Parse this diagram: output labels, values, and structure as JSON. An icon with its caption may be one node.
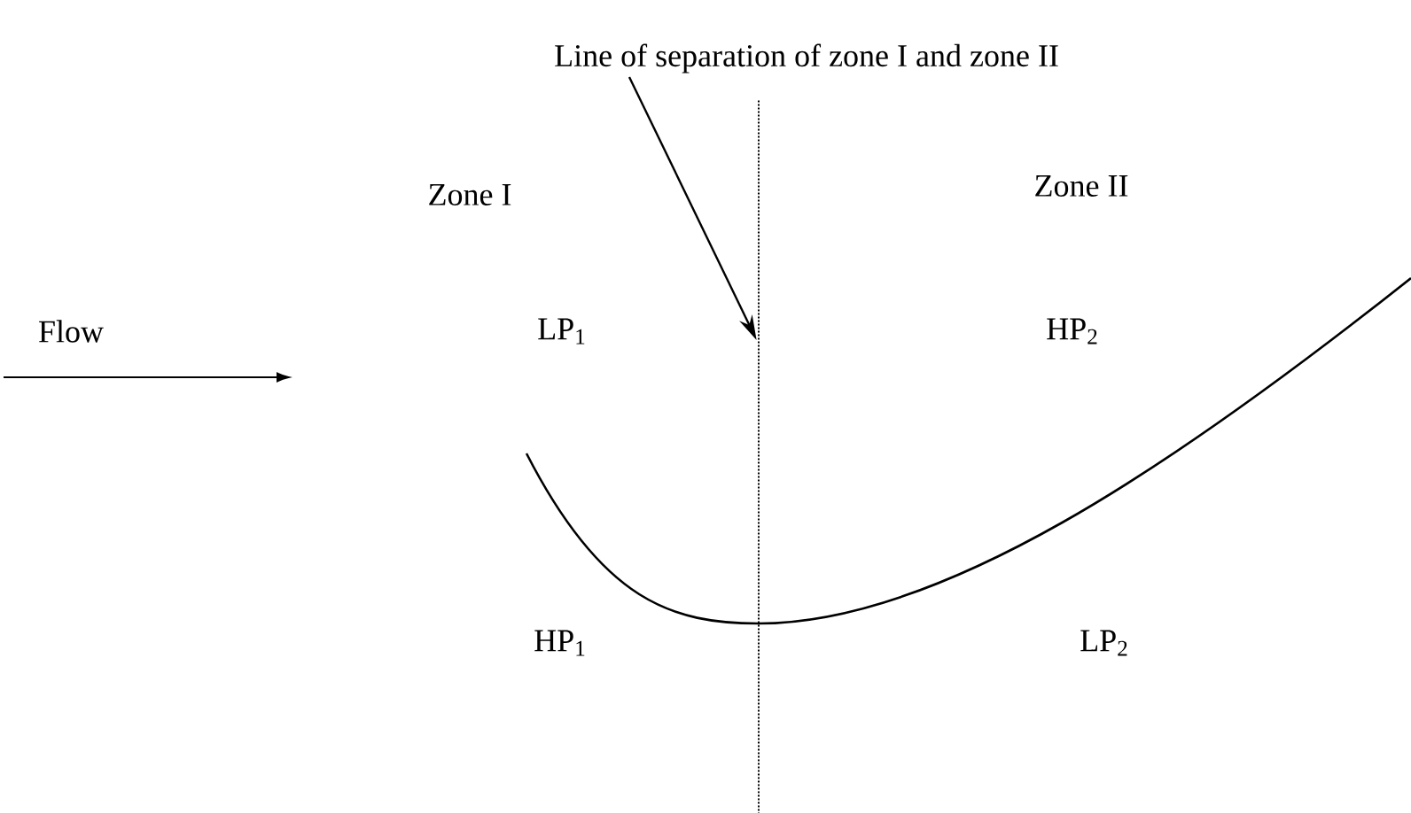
{
  "diagram": {
    "nodes": [
      {
        "text": [
          "Line of separation of zone I and zone II"
        ]
      },
      {
        "text": [],
        "shape": "line"
      }
    ],
    "edges": [
      {
        "from": 0,
        "to": 1,
        "arrow": "to"
      }
    ],
    "labels": [
      "Zone I",
      "Zone II",
      "Flow",
      "LP$_{1}$",
      "HP$_{2}$",
      "HP$_{1}$",
      "LP$_{2}$"
    ]
  }
}
